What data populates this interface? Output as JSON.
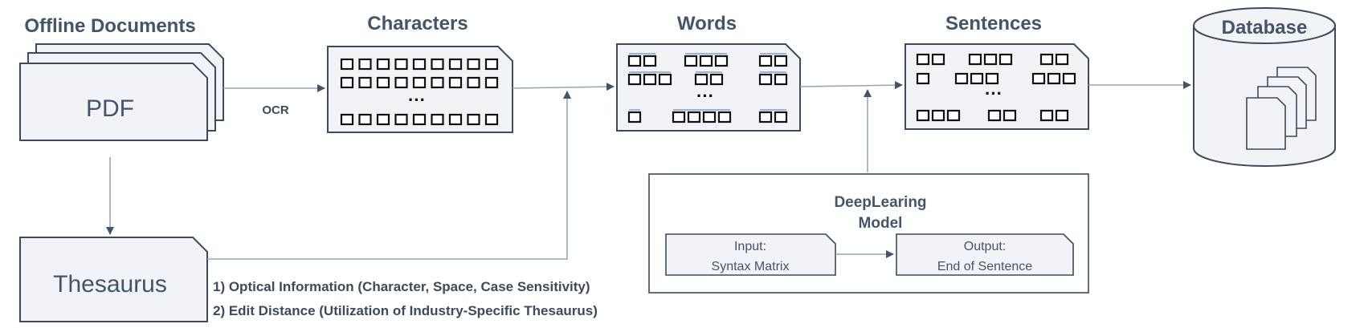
{
  "titles": {
    "offline_documents": "Offline Documents",
    "characters": "Characters",
    "words": "Words",
    "sentences": "Sentences",
    "database": "Database"
  },
  "pdf_label": "PDF",
  "thesaurus_label": "Thesaurus",
  "ocr_label": "OCR",
  "ellipsis": "···",
  "model": {
    "title_line1": "DeepLearing",
    "title_line2": "Model",
    "input_line1": "Input:",
    "input_line2": "Syntax Matrix",
    "output_line1": "Output:",
    "output_line2": "End of Sentence"
  },
  "notes": {
    "note1": "1) Optical Information (Character, Space, Case Sensitivity)",
    "note2": "2) Edit Distance (Utilization of Industry-Specific Thesaurus)"
  },
  "colors": {
    "card_fill": "#f1f3f6",
    "outline": "#3c4a5c",
    "text": "#44546a",
    "arrow": "#9aa6b4"
  }
}
